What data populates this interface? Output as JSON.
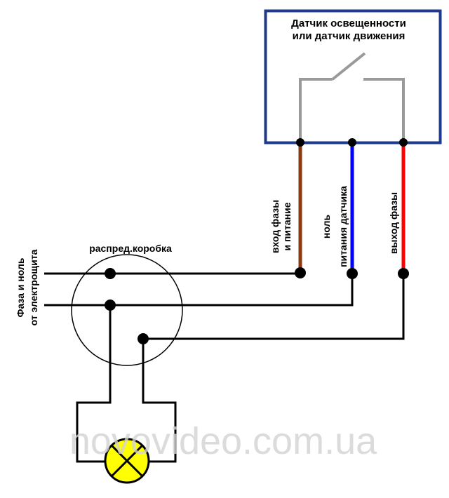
{
  "sensor": {
    "title_line1": "Датчик освещенности",
    "title_line2": "или датчик движения"
  },
  "labels": {
    "phase_in_line1": "вход фазы",
    "phase_in_line2": "и питание",
    "neutral_line1": "ноль",
    "neutral_line2": "питания датчика",
    "phase_out": "выход фазы",
    "junction_box": "распред.коробка",
    "panel_line1": "Фаза и ноль",
    "panel_line2": "от электрощита"
  },
  "watermark": "novovideo.com.ua",
  "colors": {
    "sensor_frame": "#1f3a8a",
    "wire_black": "#000000",
    "wire_gray": "#9a9a9a",
    "wire_brown": "#8b3a10",
    "wire_blue": "#0000ff",
    "wire_red": "#ff0000",
    "lamp_fill": "#ffff00",
    "watermark": "#d2d2d2"
  }
}
